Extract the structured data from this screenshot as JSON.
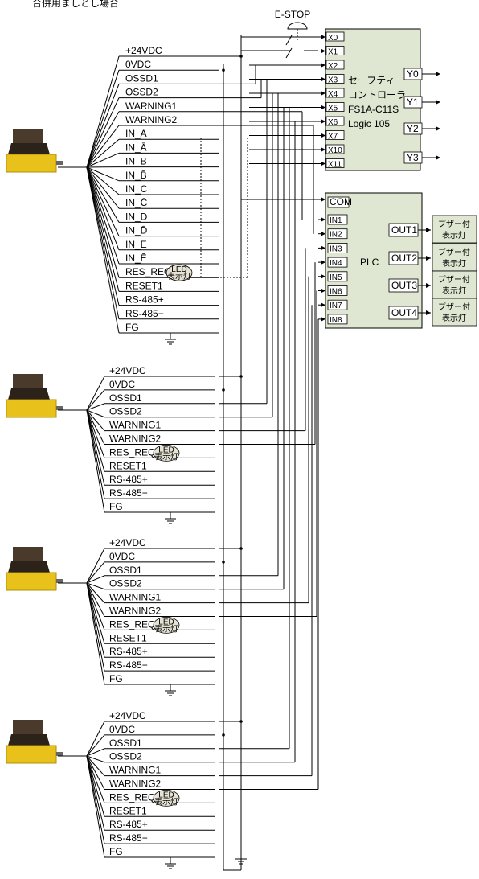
{
  "header": {
    "title_fragment": "合併用ましとし場合"
  },
  "estop_label": "E-STOP",
  "safety_controller": {
    "inputs": [
      "X0",
      "X1",
      "X2",
      "X3",
      "X4",
      "X5",
      "X6",
      "X7",
      "X10",
      "X11"
    ],
    "outputs": [
      "Y0",
      "Y1",
      "Y2",
      "Y3"
    ],
    "name_lines": [
      "セーフティ",
      "コントローラ",
      "FS1A-C11S",
      "Logic 105"
    ]
  },
  "plc": {
    "name": "PLC",
    "com": "COM",
    "inputs": [
      "IN1",
      "IN2",
      "IN3",
      "IN4",
      "IN5",
      "IN6",
      "IN7",
      "IN8"
    ],
    "outputs": [
      "OUT1",
      "OUT2",
      "OUT3",
      "OUT4"
    ],
    "indicator_line1": "ブザー付",
    "indicator_line2": "表示灯"
  },
  "sensor1_wires": [
    "+24VDC",
    "0VDC",
    "OSSD1",
    "OSSD2",
    "WARNING1",
    "WARNING2",
    "IN_A",
    "IN_Ā",
    "IN_B",
    "IN_B̄",
    "IN_C",
    "IN_C̄",
    "IN_D",
    "IN_D̄",
    "IN_E",
    "IN_Ē",
    "RES_REQ1",
    "RESET1",
    "RS-485+",
    "RS-485−",
    "FG"
  ],
  "sensor_wires": [
    "+24VDC",
    "0VDC",
    "OSSD1",
    "OSSD2",
    "WARNING1",
    "WARNING2",
    "RES_REQ1",
    "RESET1",
    "RS-485+",
    "RS-485−",
    "FG"
  ],
  "led_label_line1": "LED",
  "led_label_line2": "表示灯"
}
